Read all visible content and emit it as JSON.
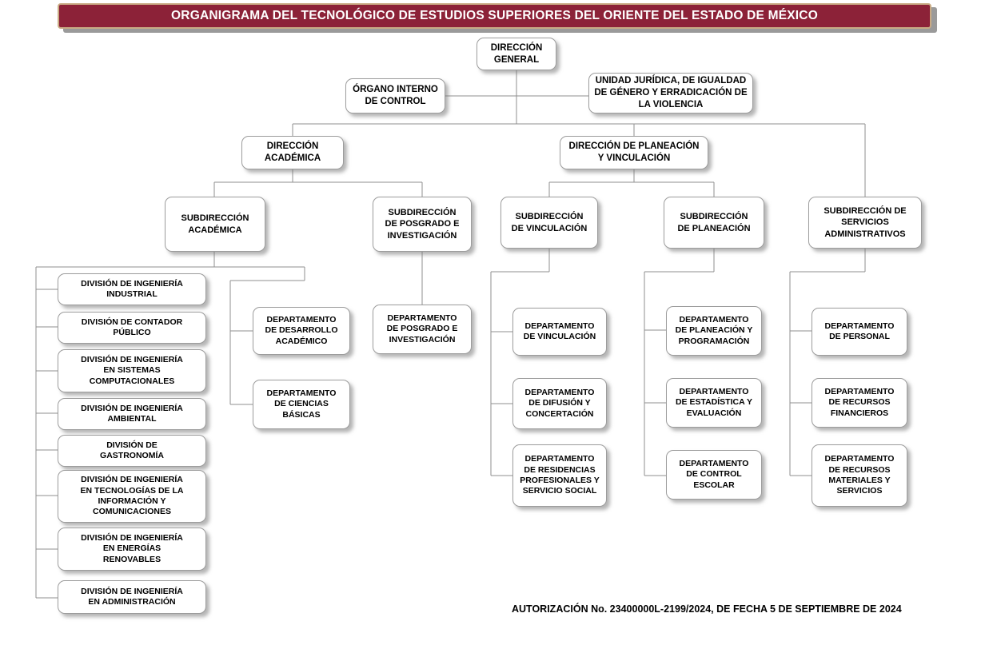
{
  "banner": {
    "title": "ORGANIGRAMA DEL TECNOLÓGICO DE ESTUDIOS SUPERIORES DEL ORIENTE DEL ESTADO DE MÉXICO",
    "background_color": "#8C2238",
    "border_color": "#C9AB84",
    "text_color": "#FFFFFF"
  },
  "footer": {
    "authorization": "AUTORIZACIÓN  No. 23400000L-2199/2024,  DE FECHA 5 DE SEPTIEMBRE  DE 2024"
  },
  "nodes": {
    "direccion_general": "DIRECCIÓN\nGENERAL",
    "organo_interno_control": "ÓRGANO INTERNO\nDE CONTROL",
    "unidad_juridica": "UNIDAD JURÍDICA, DE IGUALDAD\nDE GÉNERO Y ERRADICACIÓN DE\nLA VIOLENCIA",
    "direccion_academica": "DIRECCIÓN\nACADÉMICA",
    "direccion_planeacion_vinculacion": "DIRECCIÓN DE PLANEACIÓN\nY VINCULACIÓN",
    "subdireccion_academica": "SUBDIRECCIÓN\nACADÉMICA",
    "subdireccion_posgrado": "SUBDIRECCIÓN\nDE POSGRADO E\nINVESTIGACIÓN",
    "subdireccion_vinculacion": "SUBDIRECCIÓN\nDE VINCULACIÓN",
    "subdireccion_planeacion": "SUBDIRECCIÓN\nDE PLANEACIÓN",
    "subdireccion_servicios_administrativos": "SUBDIRECCIÓN DE\nSERVICIOS\nADMINISTRATIVOS",
    "div_ing_industrial": "DIVISIÓN DE INGENIERÍA\nINDUSTRIAL",
    "div_contador_publico": "DIVISIÓN DE CONTADOR\nPÚBLICO",
    "div_ing_sistemas": "DIVISIÓN DE INGENIERÍA\nEN SISTEMAS\nCOMPUTACIONALES",
    "div_ing_ambiental": "DIVISIÓN DE INGENIERÍA\nAMBIENTAL",
    "div_gastronomia": "DIVISIÓN DE\nGASTRONOMÍA",
    "div_ing_tics": "DIVISIÓN DE INGENIERÍA\nEN TECNOLOGÍAS DE LA\nINFORMACIÓN Y\nCOMUNICACIONES",
    "div_ing_energias": "DIVISIÓN DE INGENIERÍA\nEN ENERGÍAS\nRENOVABLES",
    "div_ing_administracion": "DIVISIÓN DE INGENIERÍA\nEN ADMINISTRACIÓN",
    "depto_desarrollo_academico": "DEPARTAMENTO\nDE DESARROLLO\nACADÉMICO",
    "depto_ciencias_basicas": "DEPARTAMENTO\nDE CIENCIAS\nBÁSICAS",
    "depto_posgrado_investigacion": "DEPARTAMENTO\nDE POSGRADO E\nINVESTIGACIÓN",
    "depto_vinculacion": "DEPARTAMENTO\nDE VINCULACIÓN",
    "depto_difusion_concertacion": "DEPARTAMENTO\nDE DIFUSIÓN Y\nCONCERTACIÓN",
    "depto_residencias": "DEPARTAMENTO\nDE RESIDENCIAS\nPROFESIONALES Y\nSERVICIO SOCIAL",
    "depto_planeacion_programacion": "DEPARTAMENTO\nDE PLANEACIÓN Y\nPROGRAMACIÓN",
    "depto_estadistica_evaluacion": "DEPARTAMENTO\nDE ESTADÍSTICA Y\nEVALUACIÓN",
    "depto_control_escolar": "DEPARTAMENTO\nDE CONTROL\nESCOLAR",
    "depto_personal": "DEPARTAMENTO\nDE PERSONAL",
    "depto_recursos_financieros": "DEPARTAMENTO\nDE RECURSOS\nFINANCIEROS",
    "depto_recursos_materiales": "DEPARTAMENTO\nDE RECURSOS\nMATERIALES Y\nSERVICIOS"
  },
  "chart_data": {
    "type": "diagram",
    "diagram_type": "organizational-chart",
    "title": "ORGANIGRAMA DEL TECNOLÓGICO DE ESTUDIOS SUPERIORES DEL ORIENTE DEL ESTADO DE MÉXICO",
    "levels": [
      {
        "level": 0,
        "nodes": [
          "DIRECCIÓN GENERAL"
        ]
      },
      {
        "level": 1,
        "staff": [
          "ÓRGANO INTERNO DE CONTROL",
          "UNIDAD JURÍDICA, DE IGUALDAD DE GÉNERO Y ERRADICACIÓN DE LA VIOLENCIA"
        ]
      },
      {
        "level": 2,
        "nodes": [
          "DIRECCIÓN ACADÉMICA",
          "DIRECCIÓN DE PLANEACIÓN Y VINCULACIÓN",
          "SUBDIRECCIÓN DE SERVICIOS ADMINISTRATIVOS"
        ]
      },
      {
        "level": 3,
        "nodes": [
          "SUBDIRECCIÓN ACADÉMICA",
          "SUBDIRECCIÓN DE POSGRADO E INVESTIGACIÓN",
          "SUBDIRECCIÓN DE VINCULACIÓN",
          "SUBDIRECCIÓN DE PLANEACIÓN"
        ]
      }
    ],
    "edges": [
      [
        "DIRECCIÓN GENERAL",
        "ÓRGANO INTERNO DE CONTROL"
      ],
      [
        "DIRECCIÓN GENERAL",
        "UNIDAD JURÍDICA, DE IGUALDAD DE GÉNERO Y ERRADICACIÓN DE LA VIOLENCIA"
      ],
      [
        "DIRECCIÓN GENERAL",
        "DIRECCIÓN ACADÉMICA"
      ],
      [
        "DIRECCIÓN GENERAL",
        "DIRECCIÓN DE PLANEACIÓN Y VINCULACIÓN"
      ],
      [
        "DIRECCIÓN GENERAL",
        "SUBDIRECCIÓN DE SERVICIOS ADMINISTRATIVOS"
      ],
      [
        "DIRECCIÓN ACADÉMICA",
        "SUBDIRECCIÓN ACADÉMICA"
      ],
      [
        "DIRECCIÓN ACADÉMICA",
        "SUBDIRECCIÓN DE POSGRADO E INVESTIGACIÓN"
      ],
      [
        "DIRECCIÓN DE PLANEACIÓN Y VINCULACIÓN",
        "SUBDIRECCIÓN DE VINCULACIÓN"
      ],
      [
        "DIRECCIÓN DE PLANEACIÓN Y VINCULACIÓN",
        "SUBDIRECCIÓN DE PLANEACIÓN"
      ],
      [
        "SUBDIRECCIÓN ACADÉMICA",
        "DIVISIÓN DE INGENIERÍA INDUSTRIAL"
      ],
      [
        "SUBDIRECCIÓN ACADÉMICA",
        "DIVISIÓN DE CONTADOR PÚBLICO"
      ],
      [
        "SUBDIRECCIÓN ACADÉMICA",
        "DIVISIÓN DE INGENIERÍA EN SISTEMAS COMPUTACIONALES"
      ],
      [
        "SUBDIRECCIÓN ACADÉMICA",
        "DIVISIÓN DE INGENIERÍA AMBIENTAL"
      ],
      [
        "SUBDIRECCIÓN ACADÉMICA",
        "DIVISIÓN DE GASTRONOMÍA"
      ],
      [
        "SUBDIRECCIÓN ACADÉMICA",
        "DIVISIÓN DE INGENIERÍA EN TECNOLOGÍAS DE LA INFORMACIÓN Y COMUNICACIONES"
      ],
      [
        "SUBDIRECCIÓN ACADÉMICA",
        "DIVISIÓN DE INGENIERÍA EN ENERGÍAS RENOVABLES"
      ],
      [
        "SUBDIRECCIÓN ACADÉMICA",
        "DIVISIÓN DE INGENIERÍA EN ADMINISTRACIÓN"
      ],
      [
        "SUBDIRECCIÓN ACADÉMICA",
        "DEPARTAMENTO DE DESARROLLO ACADÉMICO"
      ],
      [
        "SUBDIRECCIÓN ACADÉMICA",
        "DEPARTAMENTO DE CIENCIAS BÁSICAS"
      ],
      [
        "SUBDIRECCIÓN DE POSGRADO E INVESTIGACIÓN",
        "DEPARTAMENTO DE POSGRADO E INVESTIGACIÓN"
      ],
      [
        "SUBDIRECCIÓN DE VINCULACIÓN",
        "DEPARTAMENTO DE VINCULACIÓN"
      ],
      [
        "SUBDIRECCIÓN DE VINCULACIÓN",
        "DEPARTAMENTO DE DIFUSIÓN Y CONCERTACIÓN"
      ],
      [
        "SUBDIRECCIÓN DE VINCULACIÓN",
        "DEPARTAMENTO DE RESIDENCIAS PROFESIONALES Y SERVICIO SOCIAL"
      ],
      [
        "SUBDIRECCIÓN DE PLANEACIÓN",
        "DEPARTAMENTO DE PLANEACIÓN Y PROGRAMACIÓN"
      ],
      [
        "SUBDIRECCIÓN DE PLANEACIÓN",
        "DEPARTAMENTO DE ESTADÍSTICA Y EVALUACIÓN"
      ],
      [
        "SUBDIRECCIÓN DE PLANEACIÓN",
        "DEPARTAMENTO DE CONTROL ESCOLAR"
      ],
      [
        "SUBDIRECCIÓN DE SERVICIOS ADMINISTRATIVOS",
        "DEPARTAMENTO DE PERSONAL"
      ],
      [
        "SUBDIRECCIÓN DE SERVICIOS ADMINISTRATIVOS",
        "DEPARTAMENTO DE RECURSOS FINANCIEROS"
      ],
      [
        "SUBDIRECCIÓN DE SERVICIOS ADMINISTRATIVOS",
        "DEPARTAMENTO DE RECURSOS MATERIALES Y SERVICIOS"
      ]
    ]
  }
}
